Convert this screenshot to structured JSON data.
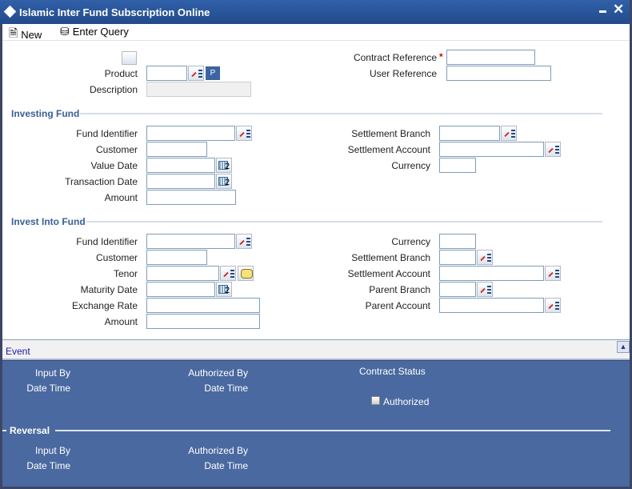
{
  "window": {
    "title": "Islamic Inter Fund Subscription Online",
    "minimize_icon": "minimize-icon",
    "close_icon": "close-icon"
  },
  "toolbar": {
    "new_label": "New",
    "enter_query_label": "Enter Query"
  },
  "header": {
    "product_label": "Product",
    "product_value": "",
    "p_button": "P",
    "description_label": "Description",
    "description_value": "",
    "contract_reference_label": "Contract Reference",
    "required_mark": "*",
    "contract_reference_value": "",
    "user_reference_label": "User Reference",
    "user_reference_value": ""
  },
  "investing_fund": {
    "title": "Investing Fund",
    "fund_identifier": "Fund Identifier",
    "customer": "Customer",
    "value_date": "Value Date",
    "transaction_date": "Transaction Date",
    "amount": "Amount",
    "settlement_branch": "Settlement Branch",
    "settlement_account": "Settlement Account",
    "currency": "Currency"
  },
  "invest_into_fund": {
    "title": "Invest Into Fund",
    "fund_identifier": "Fund Identifier",
    "customer": "Customer",
    "tenor": "Tenor",
    "maturity_date": "Maturity Date",
    "exchange_rate": "Exchange Rate",
    "amount": "Amount",
    "currency": "Currency",
    "settlement_branch": "Settlement Branch",
    "settlement_account": "Settlement Account",
    "parent_branch": "Parent Branch",
    "parent_account": "Parent Account"
  },
  "event": {
    "label": "Event"
  },
  "audit": {
    "input_by": "Input By",
    "date_time": "Date Time",
    "authorized_by": "Authorized By",
    "contract_status": "Contract Status",
    "authorized": "Authorized",
    "authorized_checked": false,
    "reversal": "Reversal"
  },
  "colors": {
    "title_bar": "#2a539a",
    "panel": "#4a69a0",
    "section_title": "#3a5f96",
    "event_link": "#1a1aa8"
  }
}
